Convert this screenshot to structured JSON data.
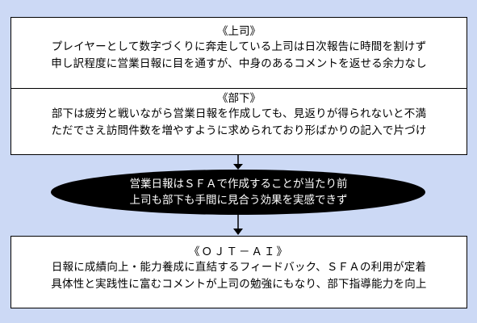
{
  "boss": {
    "heading": "《上司》",
    "lines": [
      "プレイヤーとして数字づくりに奔走している上司は日次報告に時間を割けず",
      "申し訳程度に営業日報に目を通すが、中身のあるコメントを返せる余力なし"
    ]
  },
  "subordinate": {
    "heading": "《部下》",
    "lines": [
      "部下は疲労と戦いながら営業日報を作成しても、見返りが得られないと不満",
      "ただでさえ訪問件数を増やすように求められており形ばかりの記入で片づけ"
    ]
  },
  "summary": {
    "lines": [
      "営業日報はＳＦＡで作成することが当たり前",
      "上司も部下も手間に見合う効果を実感できず"
    ]
  },
  "ojt_ai": {
    "heading": "《ＯＪＴ－ＡＩ》",
    "lines": [
      "日報に成績向上・能力養成に直結するフィードバック、ＳＦＡの利用が定着",
      "具体性と実践性に富むコメントが上司の勉強にもなり、部下指導能力を向上"
    ]
  },
  "colors": {
    "background": "#ccd9f5",
    "ellipse_fill": "#000000",
    "ellipse_text": "#ffffff"
  }
}
